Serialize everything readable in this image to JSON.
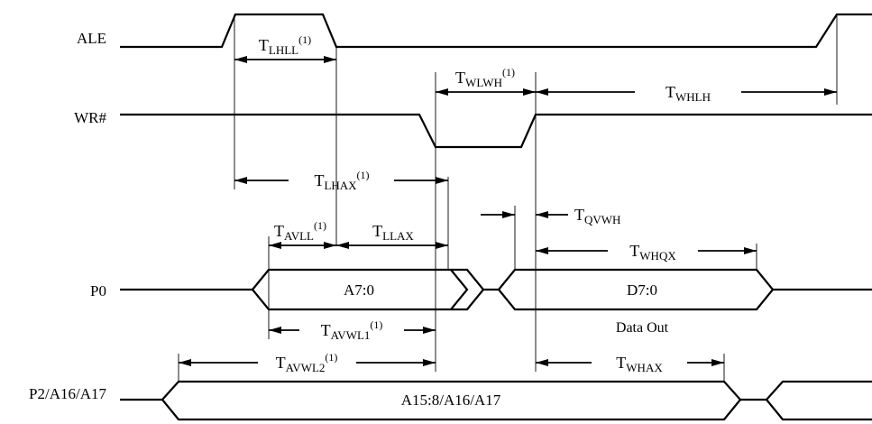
{
  "signals": {
    "ale": "ALE",
    "wr": "WR#",
    "p0": "P0",
    "p2": "P2/A16/A17"
  },
  "buses": {
    "p0_address": "A7:0",
    "p0_data": "D7:0",
    "p0_note": "Data Out",
    "p2_address": "A15:8/A16/A17"
  },
  "timings": {
    "tlhll": {
      "base": "T",
      "sub": "LHLL",
      "note": "(1)"
    },
    "twlwh": {
      "base": "T",
      "sub": "WLWH",
      "note": "(1)"
    },
    "twhlh": {
      "base": "T",
      "sub": "WHLH",
      "note": ""
    },
    "tlhax": {
      "base": "T",
      "sub": "LHAX",
      "note": "(1)"
    },
    "tqvwh": {
      "base": "T",
      "sub": "QVWH",
      "note": ""
    },
    "tavll": {
      "base": "T",
      "sub": "AVLL",
      "note": "(1)"
    },
    "tllax": {
      "base": "T",
      "sub": "LLAX",
      "note": ""
    },
    "twhqx": {
      "base": "T",
      "sub": "WHQX",
      "note": ""
    },
    "tavwl1": {
      "base": "T",
      "sub": "AVWL1",
      "note": "(1)"
    },
    "tavwl2": {
      "base": "T",
      "sub": "AVWL2",
      "note": "(1)"
    },
    "twhax": {
      "base": "T",
      "sub": "WHAX",
      "note": ""
    }
  }
}
